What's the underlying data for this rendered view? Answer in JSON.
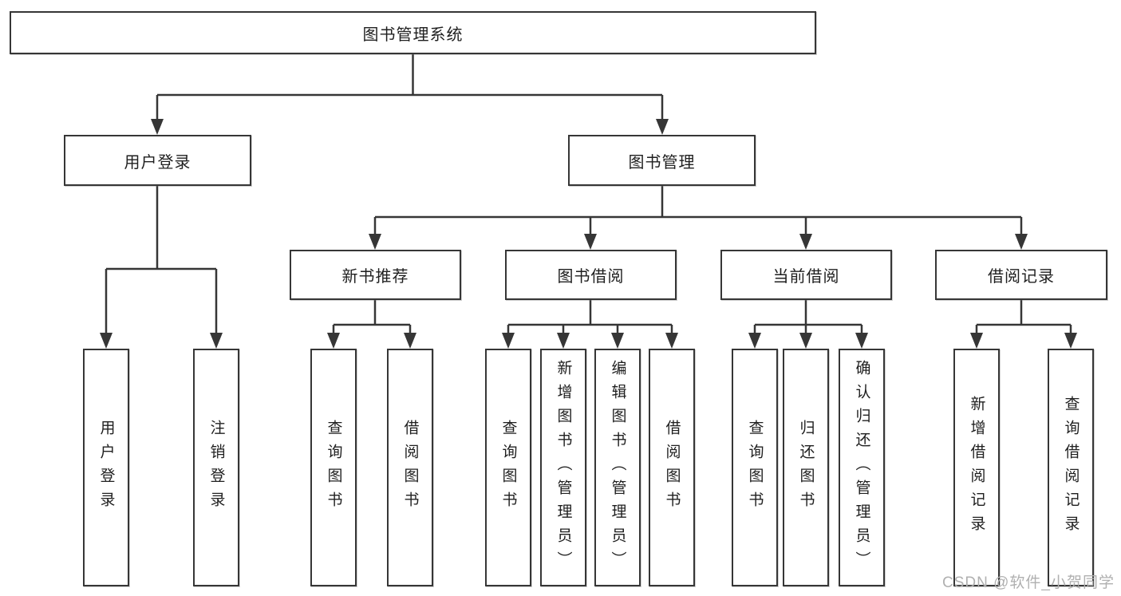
{
  "tree": {
    "root": {
      "label": "图书管理系统"
    },
    "branches": [
      {
        "label": "用户登录",
        "children": [
          {
            "label": "用户登录"
          },
          {
            "label": "注销登录"
          }
        ]
      },
      {
        "label": "图书管理",
        "children": [
          {
            "label": "新书推荐",
            "children": [
              {
                "label": "查询图书"
              },
              {
                "label": "借阅图书"
              }
            ]
          },
          {
            "label": "图书借阅",
            "children": [
              {
                "label": "查询图书"
              },
              {
                "label": "新增图书（管理员）"
              },
              {
                "label": "编辑图书（管理员）"
              },
              {
                "label": "借阅图书"
              }
            ]
          },
          {
            "label": "当前借阅",
            "children": [
              {
                "label": "查询图书"
              },
              {
                "label": "归还图书"
              },
              {
                "label": "确认归还（管理员）"
              }
            ]
          },
          {
            "label": "借阅记录",
            "children": [
              {
                "label": "新增借阅记录"
              },
              {
                "label": "查询借阅记录"
              }
            ]
          }
        ]
      }
    ]
  },
  "watermark": "CSDN @软件_小贺同学",
  "colors": {
    "line": "#363636",
    "box_border": "#363636",
    "box_fill": "#ffffff",
    "text": "#1f1f1f",
    "watermark": "#b0b0b0"
  }
}
